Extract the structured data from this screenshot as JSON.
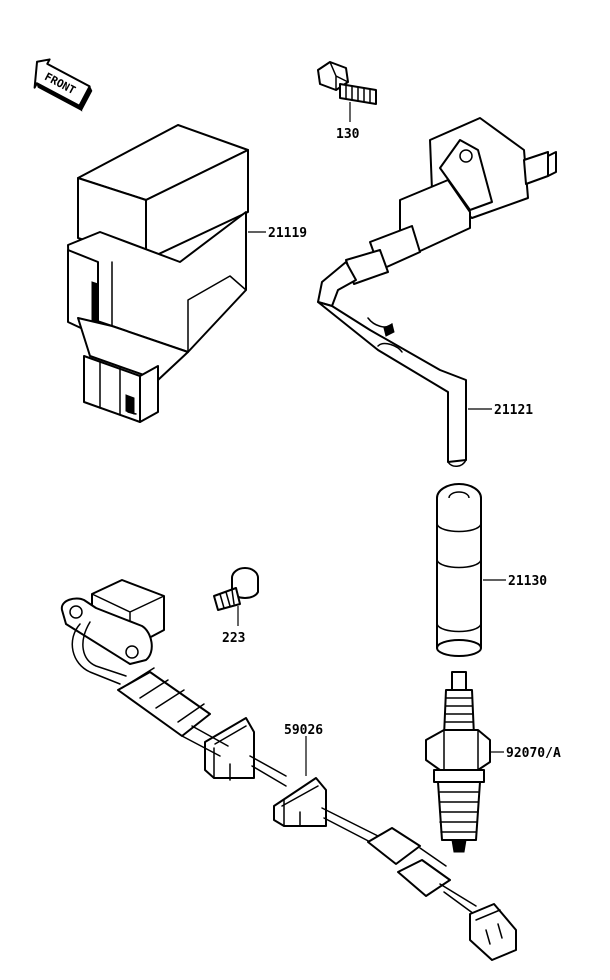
{
  "diagram": {
    "front_marker": {
      "label": "FRONT",
      "icon": "front-arrow-icon"
    },
    "callouts": [
      {
        "id": "bolt_130",
        "label": "130"
      },
      {
        "id": "igniter",
        "label": "21119"
      },
      {
        "id": "ignition_coil",
        "label": "21121"
      },
      {
        "id": "plug_cap",
        "label": "21130"
      },
      {
        "id": "bolt_223",
        "label": "223"
      },
      {
        "id": "clamp",
        "label": "59026"
      },
      {
        "id": "spark_plug",
        "label": "92070/A"
      }
    ],
    "colors": {
      "ink": "#000000",
      "paper": "#ffffff"
    }
  }
}
